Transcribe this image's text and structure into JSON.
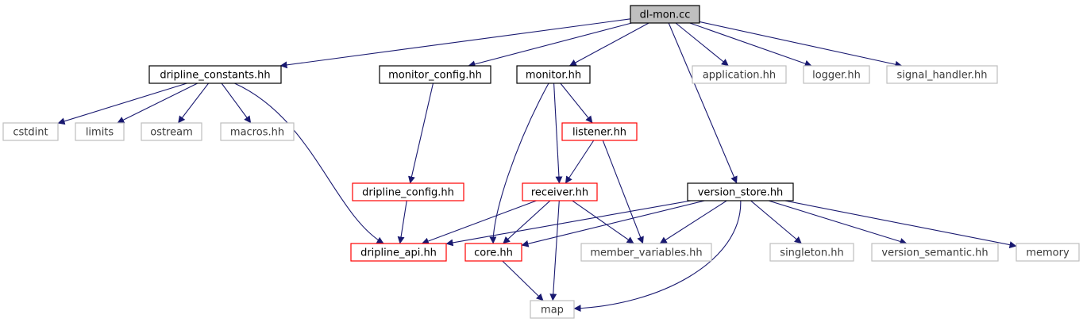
{
  "colors": {
    "edge": "#191970",
    "root_fill": "#bfbfbf",
    "root_stroke": "#000000",
    "documented_stroke": "#000000",
    "incomplete_stroke": "#ff0000",
    "external_stroke": "#bfbfbf",
    "node_fill": "#ffffff"
  },
  "nodes": {
    "dl_mon": {
      "label": "dl-mon.cc",
      "kind": "root"
    },
    "dripline_constants": {
      "label": "dripline_constants.hh",
      "kind": "documented"
    },
    "monitor_config": {
      "label": "monitor_config.hh",
      "kind": "documented"
    },
    "monitor": {
      "label": "monitor.hh",
      "kind": "documented"
    },
    "application": {
      "label": "application.hh",
      "kind": "external"
    },
    "logger": {
      "label": "logger.hh",
      "kind": "external"
    },
    "signal_handler": {
      "label": "signal_handler.hh",
      "kind": "external"
    },
    "cstdint": {
      "label": "cstdint",
      "kind": "external"
    },
    "limits": {
      "label": "limits",
      "kind": "external"
    },
    "ostream": {
      "label": "ostream",
      "kind": "external"
    },
    "macros": {
      "label": "macros.hh",
      "kind": "external"
    },
    "listener": {
      "label": "listener.hh",
      "kind": "incomplete"
    },
    "dripline_config": {
      "label": "dripline_config.hh",
      "kind": "incomplete"
    },
    "receiver": {
      "label": "receiver.hh",
      "kind": "incomplete"
    },
    "version_store": {
      "label": "version_store.hh",
      "kind": "documented"
    },
    "dripline_api": {
      "label": "dripline_api.hh",
      "kind": "incomplete"
    },
    "core": {
      "label": "core.hh",
      "kind": "incomplete"
    },
    "member_variables": {
      "label": "member_variables.hh",
      "kind": "external"
    },
    "singleton": {
      "label": "singleton.hh",
      "kind": "external"
    },
    "version_semantic": {
      "label": "version_semantic.hh",
      "kind": "external"
    },
    "memory": {
      "label": "memory",
      "kind": "external"
    },
    "map": {
      "label": "map",
      "kind": "external"
    }
  },
  "edges": [
    {
      "from": "dl_mon",
      "to": "dripline_constants"
    },
    {
      "from": "dl_mon",
      "to": "monitor_config"
    },
    {
      "from": "dl_mon",
      "to": "monitor"
    },
    {
      "from": "dl_mon",
      "to": "application"
    },
    {
      "from": "dl_mon",
      "to": "logger"
    },
    {
      "from": "dl_mon",
      "to": "signal_handler"
    },
    {
      "from": "dl_mon",
      "to": "version_store"
    },
    {
      "from": "dripline_constants",
      "to": "cstdint"
    },
    {
      "from": "dripline_constants",
      "to": "limits"
    },
    {
      "from": "dripline_constants",
      "to": "ostream"
    },
    {
      "from": "dripline_constants",
      "to": "macros"
    },
    {
      "from": "dripline_constants",
      "to": "dripline_api"
    },
    {
      "from": "monitor_config",
      "to": "dripline_config"
    },
    {
      "from": "dripline_config",
      "to": "dripline_api"
    },
    {
      "from": "monitor",
      "to": "listener"
    },
    {
      "from": "monitor",
      "to": "receiver"
    },
    {
      "from": "monitor",
      "to": "core"
    },
    {
      "from": "listener",
      "to": "receiver"
    },
    {
      "from": "listener",
      "to": "member_variables"
    },
    {
      "from": "receiver",
      "to": "dripline_api"
    },
    {
      "from": "receiver",
      "to": "core"
    },
    {
      "from": "receiver",
      "to": "member_variables"
    },
    {
      "from": "receiver",
      "to": "map"
    },
    {
      "from": "core",
      "to": "map"
    },
    {
      "from": "version_store",
      "to": "dripline_api"
    },
    {
      "from": "version_store",
      "to": "core"
    },
    {
      "from": "version_store",
      "to": "member_variables"
    },
    {
      "from": "version_store",
      "to": "singleton"
    },
    {
      "from": "version_store",
      "to": "version_semantic"
    },
    {
      "from": "version_store",
      "to": "memory"
    },
    {
      "from": "version_store",
      "to": "map"
    }
  ]
}
